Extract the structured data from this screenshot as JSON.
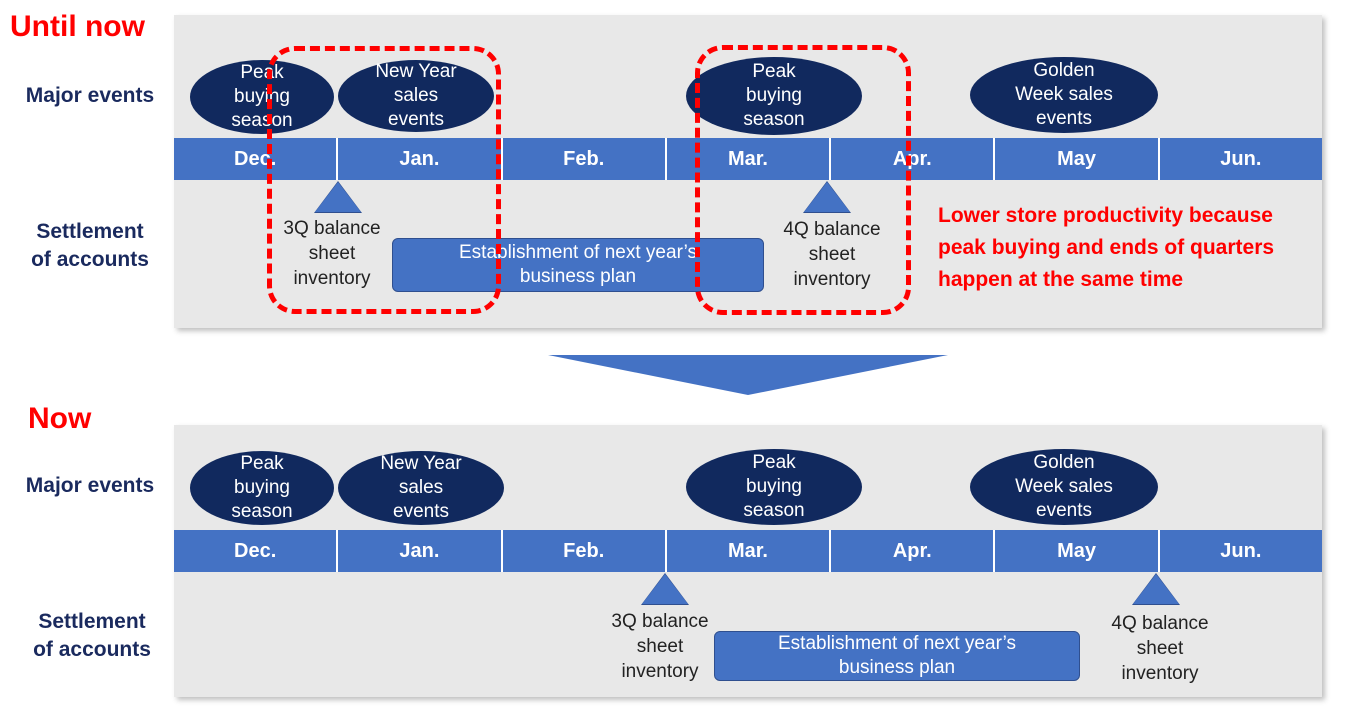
{
  "before": {
    "title": "Until now",
    "major_events_label": "Major events",
    "settlement_label": "Settlement\nof accounts",
    "events": [
      {
        "label": "Peak\nbuying\nseason"
      },
      {
        "label": "New Year\nsales\nevents"
      },
      {
        "label": "Peak\nbuying\nseason"
      },
      {
        "label": "Golden\nWeek sales\nevents"
      }
    ],
    "months": [
      "Dec.",
      "Jan.",
      "Feb.",
      "Mar.",
      "Apr.",
      "May",
      "Jun."
    ],
    "settlements": [
      {
        "label": "3Q balance\nsheet\ninventory"
      },
      {
        "label": "4Q balance\nsheet\ninventory"
      }
    ],
    "plan": "Establishment of next year’s\nbusiness plan",
    "note": "Lower store productivity because peak buying and ends of quarters happen at the same time"
  },
  "after": {
    "title": "Now",
    "major_events_label": "Major events",
    "settlement_label": "Settlement\nof accounts",
    "events": [
      {
        "label": "Peak\nbuying\nseason"
      },
      {
        "label": "New Year\nsales\nevents"
      },
      {
        "label": "Peak\nbuying\nseason"
      },
      {
        "label": "Golden\nWeek sales\nevents"
      }
    ],
    "months": [
      "Dec.",
      "Jan.",
      "Feb.",
      "Mar.",
      "Apr.",
      "May",
      "Jun."
    ],
    "settlements": [
      {
        "label": "3Q balance\nsheet\ninventory"
      },
      {
        "label": "4Q balance\nsheet\ninventory"
      }
    ],
    "plan": "Establishment of next year’s\nbusiness plan"
  },
  "colors": {
    "event_fill": "#11295e",
    "bar_fill": "#4472c4",
    "highlight": "#ff0000",
    "label_text": "#1a2a5e"
  }
}
